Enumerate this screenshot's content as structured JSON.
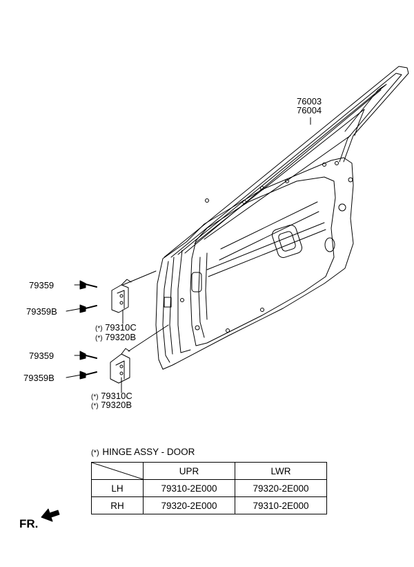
{
  "callouts": {
    "door_upper": "76003",
    "door_lower": "76004",
    "bolt_upper_a": "79359",
    "bolt_upper_b": "79359B",
    "bolt_lower_a": "79359",
    "bolt_lower_b": "79359B",
    "hinge_upper_a": "79310C",
    "hinge_upper_b": "79320B",
    "hinge_lower_a": "79310C",
    "hinge_lower_b": "79320B",
    "asterisk": "(*)"
  },
  "hinge_note": {
    "marker": "(*)",
    "title": "HINGE ASSY - DOOR"
  },
  "hinge_table": {
    "headers": [
      "",
      "UPR",
      "LWR"
    ],
    "rows": [
      [
        "LH",
        "79310-2E000",
        "79320-2E000"
      ],
      [
        "RH",
        "79320-2E000",
        "79310-2E000"
      ]
    ]
  },
  "direction": {
    "label": "FR."
  }
}
